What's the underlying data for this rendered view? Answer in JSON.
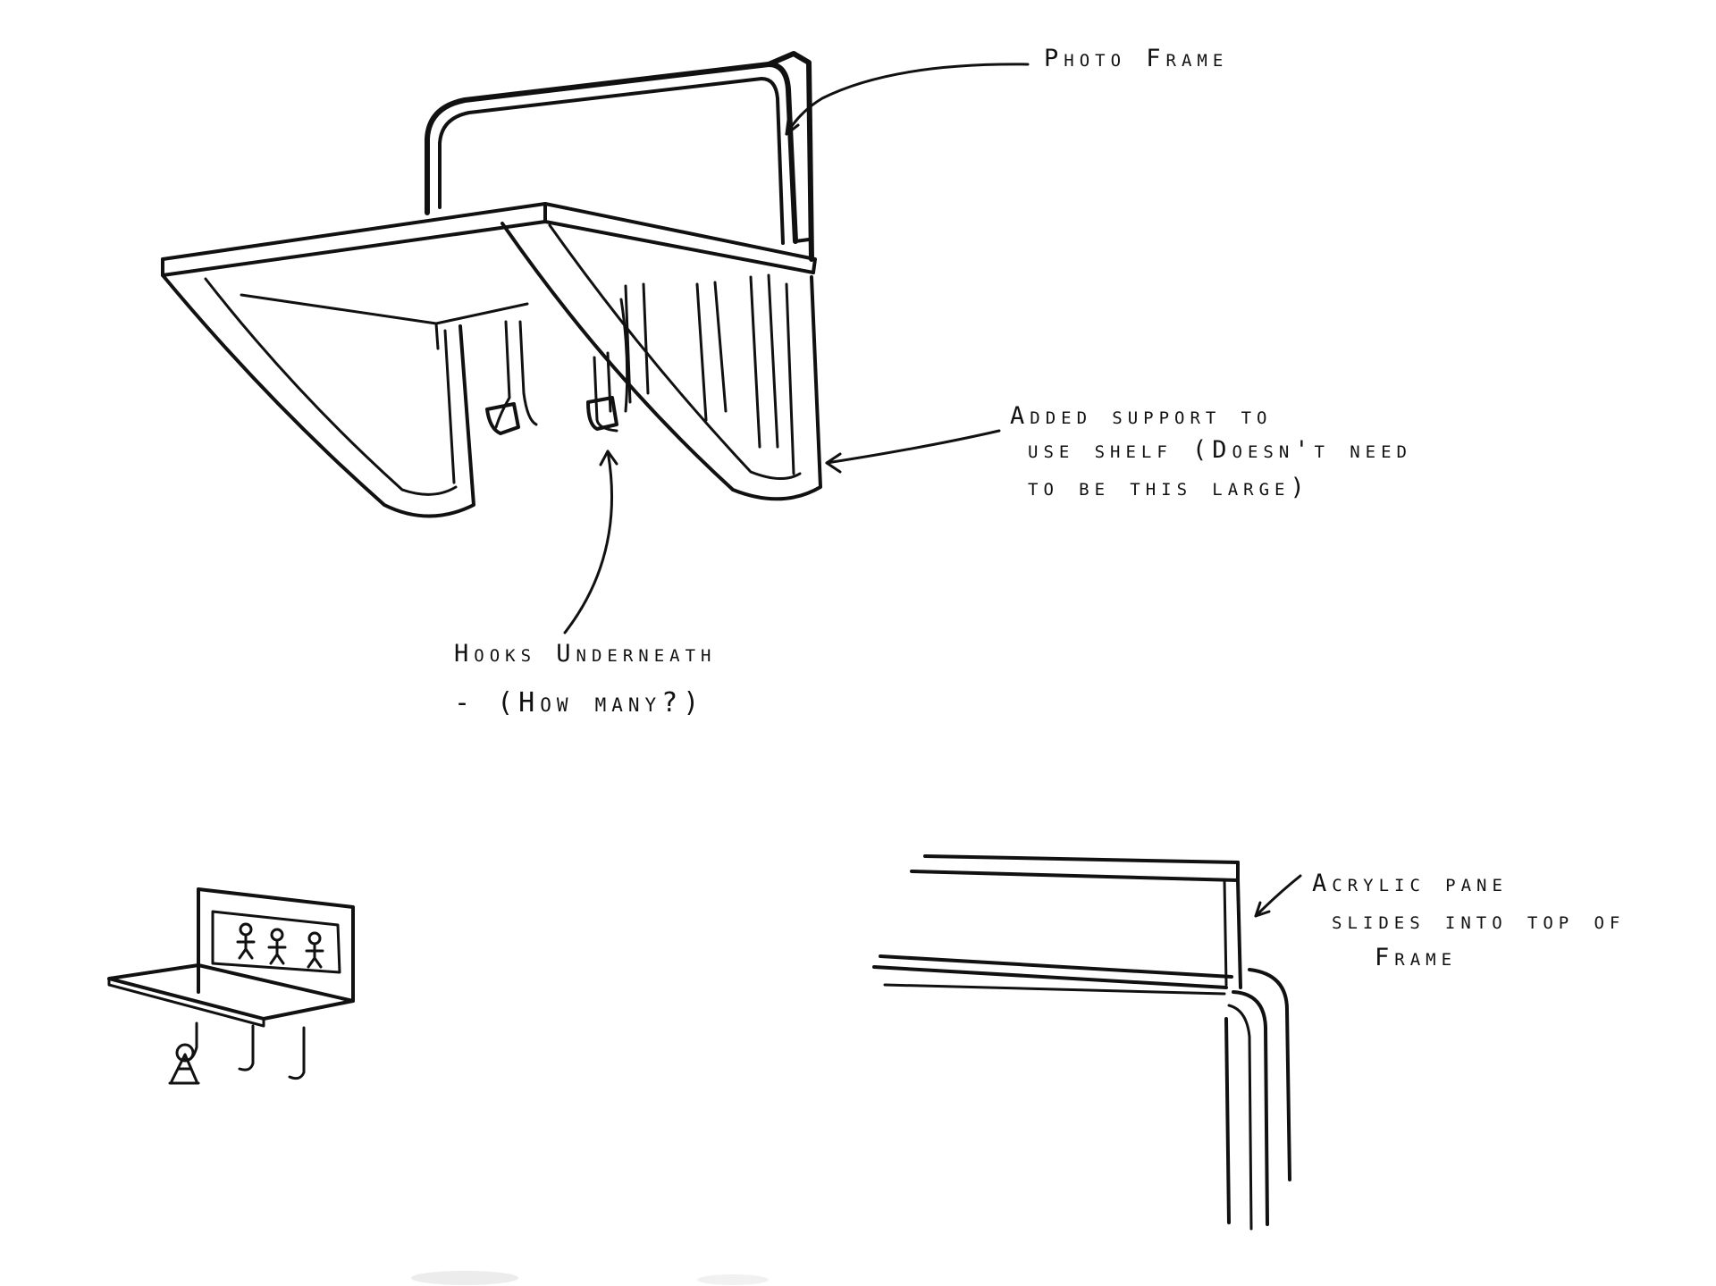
{
  "annotations": {
    "photo_frame": "Photo Frame",
    "added_support": [
      "Added support to",
      "use shelf (Doesn't need",
      "to be this large)"
    ],
    "hooks": [
      "Hooks Underneath",
      "- (How many?)"
    ],
    "acrylic": [
      "Acrylic pane",
      "slides into top of",
      "Frame"
    ]
  },
  "ink_color": "#111111"
}
